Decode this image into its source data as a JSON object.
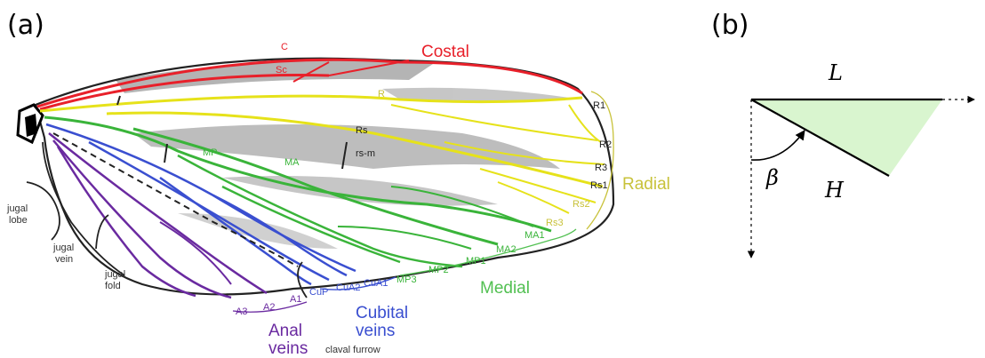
{
  "panel_a": {
    "label": "(a)",
    "groups": {
      "costal": "Costal",
      "radial": "Radial",
      "medial": "Medial",
      "cubital": [
        "Cubital",
        "veins"
      ],
      "anal": [
        "Anal",
        "veins"
      ]
    },
    "vein_labels": {
      "c": "C",
      "sc": "Sc",
      "r": "R",
      "rs": "Rs",
      "rs_m": "rs-m",
      "mp": "MP",
      "ma": "MA",
      "r1": "R1",
      "r2": "R2",
      "r3": "R3",
      "rs1": "Rs1",
      "rs2": "Rs2",
      "rs3": "Rs3",
      "ma1": "MA1",
      "ma2": "MA2",
      "mp1": "MP1",
      "mp2": "MP2",
      "mp3": "MP3",
      "cua1": "CuA1",
      "cua2": "CuA2",
      "cup": "CuP",
      "a1": "A1",
      "a2": "A2",
      "a3": "A3"
    },
    "annotations": {
      "jugal_lobe": [
        "jugal",
        "lobe"
      ],
      "jugal_vein": [
        "jugal",
        "vein"
      ],
      "jugal_fold": [
        "jugal",
        "fold"
      ],
      "claval_furrow": "claval furrow"
    },
    "colors": {
      "costal": "#e8202a",
      "radial": "#e6e21a",
      "radial_text": "#c8c23a",
      "medial": "#3ab43a",
      "medial_text": "#52c052",
      "cubital": "#3a4fd0",
      "anal": "#6a2aa0",
      "outline": "#222222"
    }
  },
  "panel_b": {
    "label": "(b)",
    "length_label": "L",
    "hypotenuse_label": "H",
    "angle_label": "β",
    "fill_color": "#d9f5cf"
  }
}
